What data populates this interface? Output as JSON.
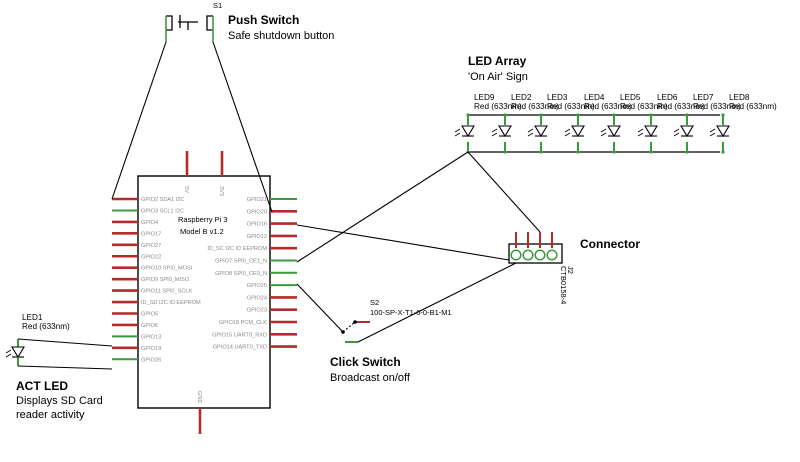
{
  "push_switch": {
    "ref": "S1",
    "title": "Push Switch",
    "subtitle": "Safe shutdown button"
  },
  "led_array": {
    "title": "LED Array",
    "subtitle": "'On Air' Sign",
    "leds": [
      {
        "ref": "LED9",
        "value": "Red (633nm)"
      },
      {
        "ref": "LED2",
        "value": "Red (633nm)"
      },
      {
        "ref": "LED3",
        "value": "Red (633nm)"
      },
      {
        "ref": "LED4",
        "value": "Red (633nm)"
      },
      {
        "ref": "LED5",
        "value": "Red (633nm)"
      },
      {
        "ref": "LED6",
        "value": "Red (633nm)"
      },
      {
        "ref": "LED7",
        "value": "Red (633nm)"
      },
      {
        "ref": "LED8",
        "value": "Red (633nm)"
      }
    ]
  },
  "pi": {
    "name": "Raspberry Pi 3",
    "model": "Model B v1.2",
    "top_pins": [
      "5V",
      "3V3"
    ],
    "bottom_pin": "GND",
    "left_pins": [
      "GPIO2 SDA1 I2C",
      "GPIO3 SCL1 I2C",
      "GPIO4",
      "GPIO17",
      "GPIO27",
      "GPIO22",
      "GPIO10 SPI0_MOSI",
      "GPIO9 SPI0_MISO",
      "GPIO11 SPI0_SCLK",
      "ID_SD I2C ID EEPROM",
      "GPIO5",
      "GPIO6",
      "GPIO13",
      "GPIO19",
      "GPIO26"
    ],
    "right_pins": [
      "GPIO21",
      "GPIO20",
      "GPIO16",
      "GPIO12",
      "ID_SC I2C ID EEPROM",
      "GPIO7 SPI0_CE1_N",
      "GPIO8 SPI0_CE0_N",
      "GPIO25",
      "GPIO24",
      "GPIO23",
      "GPIO18 PCM_CLK",
      "GPIO15 UART0_RXD",
      "GPIO14 UART0_TXD"
    ]
  },
  "connector": {
    "title": "Connector",
    "ref": "J2",
    "part": "CTB0158-4"
  },
  "click_switch": {
    "ref": "S2",
    "part": "100-SP-X-T1-0-0-B1-M1",
    "title": "Click Switch",
    "subtitle": "Broadcast on/off"
  },
  "act_led": {
    "ref": "LED1",
    "value": "Red (633nm)",
    "title": "ACT LED",
    "subtitle_line1": "Displays SD Card",
    "subtitle_line2": "reader activity"
  },
  "colors": {
    "wire": "#000000",
    "pin": "#b52a2a",
    "pin_green": "#3c9a3c",
    "body": "#000000",
    "pin_label": "#8a8a8a"
  }
}
